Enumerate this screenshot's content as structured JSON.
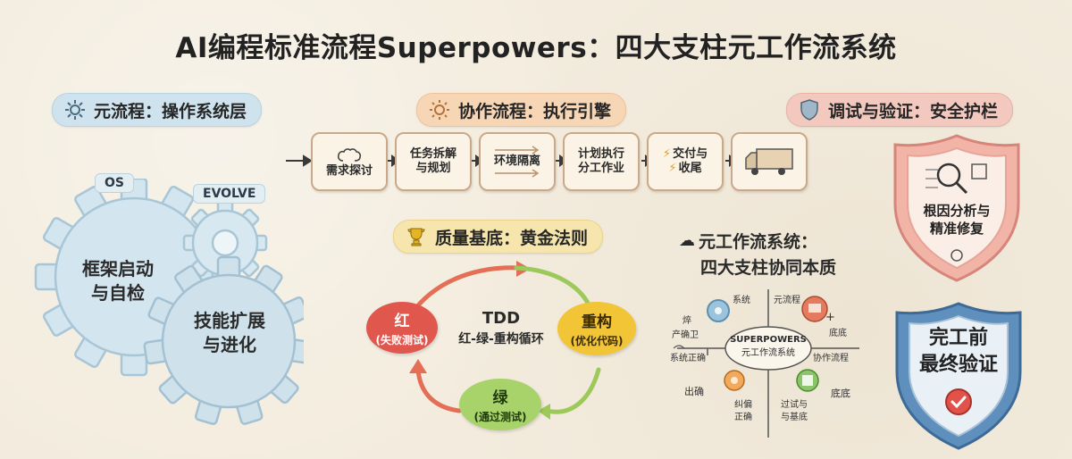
{
  "title": "AI编程标准流程Superpowers：四大支柱元工作流系统",
  "meta_process": {
    "header": "元流程：操作系统层",
    "tag_os": "OS",
    "tag_evolve": "EVOLVE",
    "gear_left": [
      "框架启动",
      "与自检"
    ],
    "gear_right": [
      "技能扩展",
      "与进化"
    ]
  },
  "collab_process": {
    "header": "协作流程：执行引擎",
    "steps": [
      {
        "lines": [
          "需求探讨"
        ]
      },
      {
        "lines": [
          "任务拆解",
          "与规划"
        ]
      },
      {
        "lines": [
          "环境隔离"
        ]
      },
      {
        "lines": [
          "计划执行",
          "分工作业"
        ]
      },
      {
        "lines": [
          "交付与",
          "收尾"
        ]
      },
      {
        "lines": [
          ""
        ]
      }
    ]
  },
  "quality": {
    "header": "质量基底：黄金法则",
    "center_title": "TDD",
    "center_sub": "红-绿-重构循环",
    "red": {
      "label": "红",
      "sub": "(失败测试)"
    },
    "green": {
      "label": "绿",
      "sub": "(通过测试)"
    },
    "refactor": {
      "label": "重构",
      "sub": "(优化代码)"
    }
  },
  "meta_system": {
    "title_line1": "元工作流系统：",
    "title_line2": "四大支柱协同本质",
    "hub_line1": "SUPERPOWERS",
    "hub_line2": "元工作流系统",
    "labels": {
      "system": "系统",
      "meta_flow": "元流程",
      "top_left": "焠",
      "produce": "产确卫",
      "plus": "+",
      "bottom_r": "底底",
      "system_correct": "系统正确",
      "collab_flow": "协作流程",
      "out_correct": "出确",
      "correct_fix": "纠偏",
      "correct": "正确",
      "test_with": "过试与",
      "with_base": "与基底",
      "bottom_right2": "底底"
    }
  },
  "debug": {
    "header": "调试与验证：安全护栏",
    "shield_top": [
      "根因分析与",
      "精准修复"
    ],
    "shield_bottom": [
      "完工前",
      "最终验证"
    ]
  },
  "colors": {
    "blue": "#cfe3ee",
    "orange": "#f6d6b4",
    "red": "#e0524a",
    "green": "#8bc34a",
    "yellow": "#f2c230"
  }
}
